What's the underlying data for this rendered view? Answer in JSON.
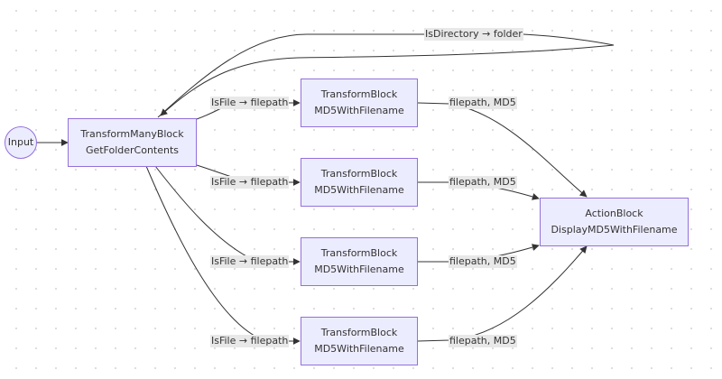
{
  "diagram": {
    "type": "flowchart",
    "direction": "LR",
    "colors": {
      "node_fill": "#ECECFF",
      "node_border": "#9370DB",
      "edge": "#333333",
      "label_bg": "#e8e8e8"
    },
    "nodes": {
      "input": {
        "label": "Input",
        "shape": "circle"
      },
      "get_folder": {
        "line1": "TransformManyBlock",
        "line2": "GetFolderContents"
      },
      "md5_1": {
        "line1": "TransformBlock",
        "line2": "MD5WithFilename"
      },
      "md5_2": {
        "line1": "TransformBlock",
        "line2": "MD5WithFilename"
      },
      "md5_3": {
        "line1": "TransformBlock",
        "line2": "MD5WithFilename"
      },
      "md5_4": {
        "line1": "TransformBlock",
        "line2": "MD5WithFilename"
      },
      "display": {
        "line1": "ActionBlock",
        "line2": "DisplayMD5WithFilename"
      }
    },
    "edges": [
      {
        "from": "input",
        "to": "get_folder",
        "label": ""
      },
      {
        "from": "get_folder",
        "to": "get_folder",
        "label": "IsDirectory → folder"
      },
      {
        "from": "get_folder",
        "to": "md5_1",
        "label": "IsFile → filepath"
      },
      {
        "from": "get_folder",
        "to": "md5_2",
        "label": "IsFile → filepath"
      },
      {
        "from": "get_folder",
        "to": "md5_3",
        "label": "IsFile → filepath"
      },
      {
        "from": "get_folder",
        "to": "md5_4",
        "label": "IsFile → filepath"
      },
      {
        "from": "md5_1",
        "to": "display",
        "label": "filepath, MD5"
      },
      {
        "from": "md5_2",
        "to": "display",
        "label": "filepath, MD5"
      },
      {
        "from": "md5_3",
        "to": "display",
        "label": "filepath, MD5"
      },
      {
        "from": "md5_4",
        "to": "display",
        "label": "filepath, MD5"
      }
    ]
  }
}
